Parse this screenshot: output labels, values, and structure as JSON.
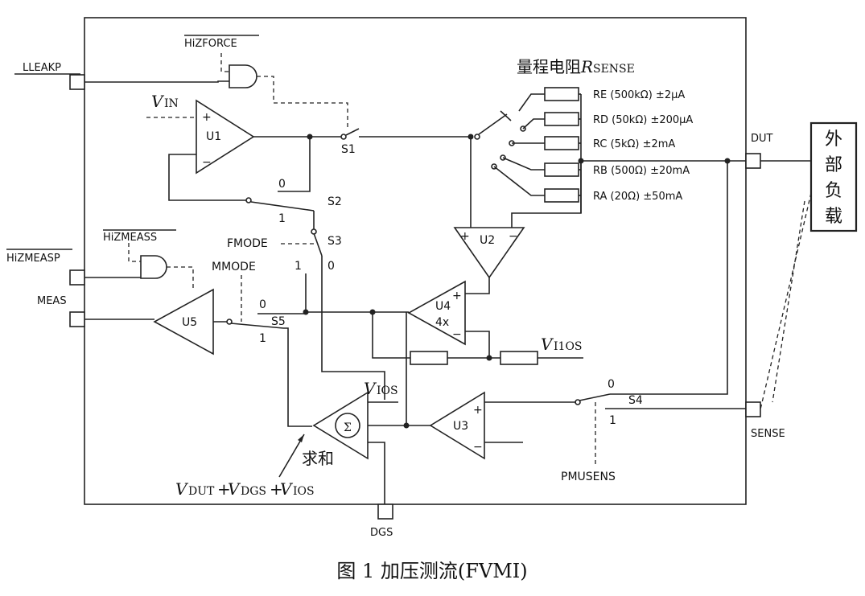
{
  "figure": {
    "caption": "图 1  加压测流(FVMI)"
  },
  "pins": {
    "lleakp": "LLEAKP",
    "hizmeasp": "HiZMEASP",
    "meas": "MEAS",
    "dgs": "DGS",
    "dut": "DUT",
    "sense": "SENSE"
  },
  "gates": {
    "hizforce": "HiZFORCE",
    "hizmeass": "HiZMEASS"
  },
  "amplifiers": {
    "u1": "U1",
    "u2": "U2",
    "u3": "U3",
    "u4": "U4",
    "u4_gain": "4x",
    "u5": "U5",
    "sum_symbol": "Σ",
    "sum_label": "求和"
  },
  "switches": {
    "s1": "S1",
    "s2": "S2",
    "s3": "S3",
    "s4": "S4",
    "s5": "S5",
    "fmode": "FMODE",
    "mmode": "MMODE",
    "pmusens": "PMUSENS",
    "zero": "0",
    "one": "1"
  },
  "voltages": {
    "vin_main": "V",
    "vin_sub": "IN",
    "vi1os_main": "V",
    "vi1os_sub": "I1OS",
    "vios_main": "V",
    "vios_sub": "IOS",
    "sum_eq": {
      "v1": "V",
      "sub1": "DUT",
      "plus1": "+",
      "v2": "V",
      "sub2": "DGS",
      "plus2": "+",
      "v3": "V",
      "sub3": "IOS"
    }
  },
  "range_resistors": {
    "title_cn": "量程电阻",
    "title_r": "R",
    "title_sub": "SENSE",
    "items": [
      "RE (500kΩ) ±2μA",
      "RD (50kΩ) ±200μA",
      "RC (5kΩ) ±2mA",
      "RB (500Ω) ±20mA",
      "RA (20Ω) ±50mA"
    ]
  },
  "external_load": [
    "外",
    "部",
    "负",
    "载"
  ]
}
